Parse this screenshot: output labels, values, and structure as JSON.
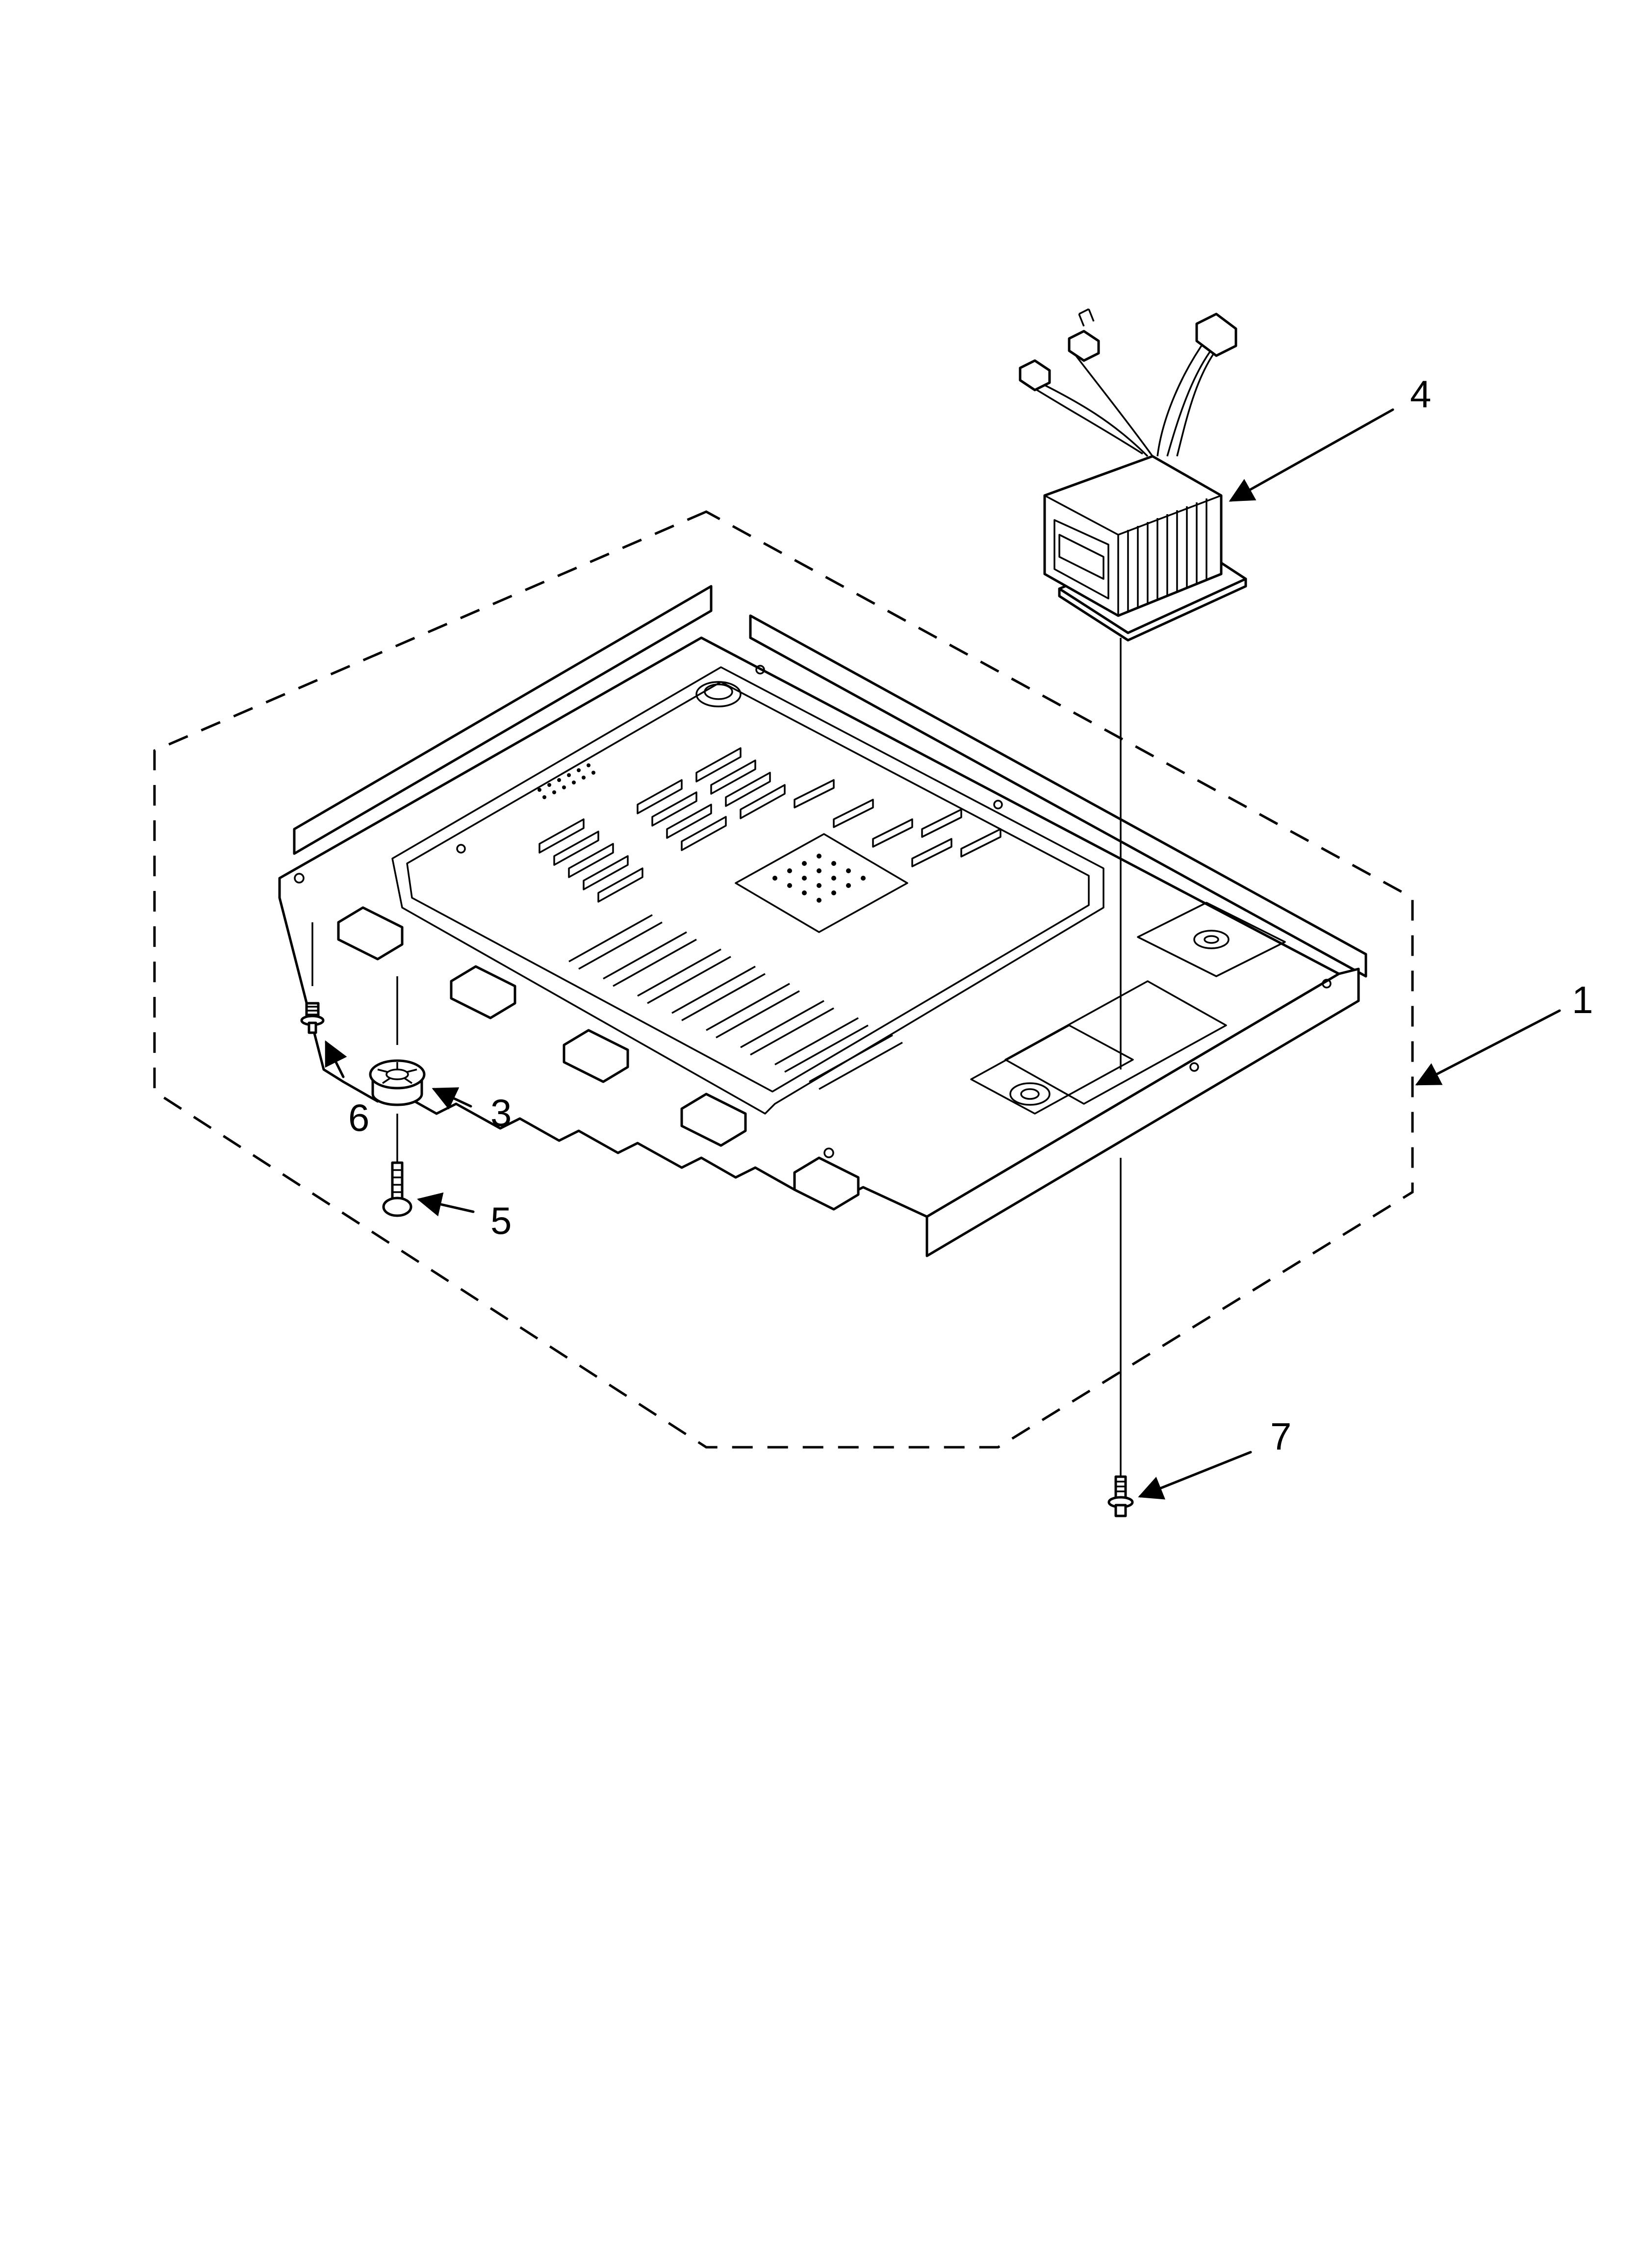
{
  "callouts": {
    "c1": "1",
    "c3": "3",
    "c4": "4",
    "c5": "5",
    "c6": "6",
    "c7": "7"
  },
  "parts": {
    "base_plate": "base-plate-assembly",
    "transformer": "transformer",
    "foot": "foot",
    "foot_screw": "screw",
    "side_screw": "screw",
    "bottom_screw": "screw"
  }
}
